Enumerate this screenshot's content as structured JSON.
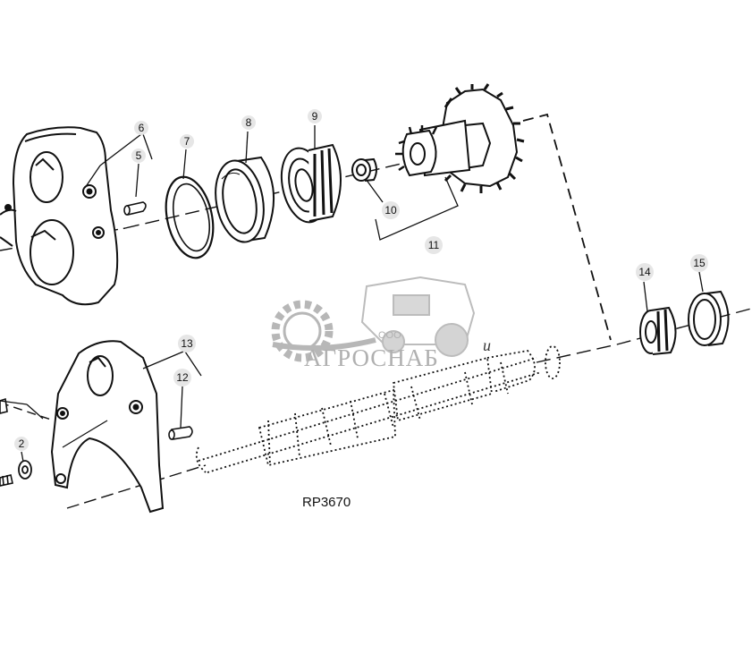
{
  "diagram": {
    "reference_code": "RP3670",
    "callouts": [
      {
        "label": "2"
      },
      {
        "label": "5"
      },
      {
        "label": "6"
      },
      {
        "label": "7"
      },
      {
        "label": "8"
      },
      {
        "label": "9"
      },
      {
        "label": "10"
      },
      {
        "label": "11"
      },
      {
        "label": "12"
      },
      {
        "label": "13"
      },
      {
        "label": "14"
      },
      {
        "label": "15"
      }
    ]
  },
  "watermark": {
    "company_prefix": "ООО",
    "company_name": "АГРОСНАБ",
    "mark_letter": "u",
    "color": "#a8a8a8"
  },
  "colors": {
    "line": "#111111",
    "callout_fill": "#e6e6e6"
  }
}
